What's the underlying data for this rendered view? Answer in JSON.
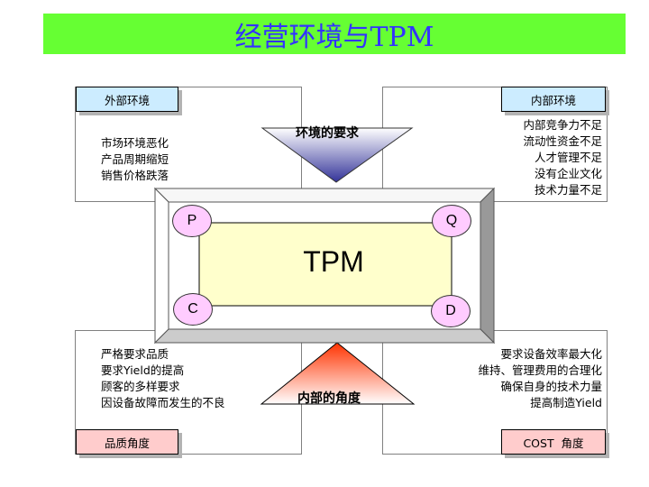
{
  "title": "经营环境与TPM",
  "colors": {
    "title_bg": "#66ff33",
    "title_text": "#3333ff",
    "tag_blue": "#ccecff",
    "tag_pink": "#ffcccc",
    "center_fill": "#ffffcc",
    "corner_fill": "#ffccff",
    "down_arrow_gradient": [
      "#ffffff",
      "#333399"
    ],
    "up_arrow_gradient": [
      "#ff3300",
      "#ffffff"
    ]
  },
  "quadrants": {
    "external": {
      "label": "外部环境",
      "lines": [
        "市场环境恶化",
        "产品周期缩短",
        "销售价格跌落"
      ]
    },
    "internal": {
      "label": "内部环境",
      "lines": [
        "内部竞争力不足",
        "流动性资金不足",
        "人才管理不足",
        "没有企业文化",
        "技术力量不足"
      ]
    },
    "quality": {
      "label": "品质角度",
      "lines": [
        "严格要求品质",
        "要求Yield的提高",
        "顾客的多样要求",
        "因设备故障而发生的不良"
      ]
    },
    "cost": {
      "label": "COST  角度",
      "lines": [
        "要求设备效率最大化",
        "维持、管理费用的合理化",
        "确保自身的技术力量",
        "提高制造Yield"
      ]
    }
  },
  "arrows": {
    "down": "环境的要求",
    "up": "内部的角度"
  },
  "center": {
    "label": "TPM",
    "corners": {
      "top_left": "P",
      "top_right": "Q",
      "bottom_left": "C",
      "bottom_right": "D"
    }
  }
}
